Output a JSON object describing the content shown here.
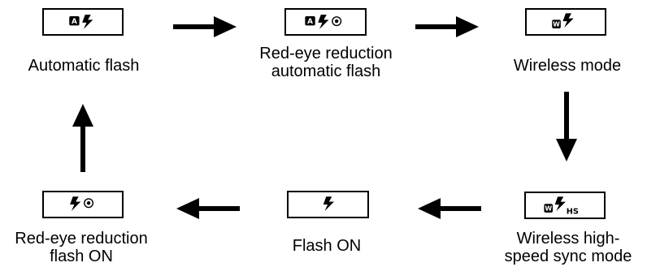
{
  "modes": [
    {
      "id": "automatic_flash",
      "icon_text": "",
      "line1": "Automatic flash",
      "line2": ""
    },
    {
      "id": "red_eye_auto",
      "icon_text": "",
      "line1": "Red-eye reduction",
      "line2": "automatic flash"
    },
    {
      "id": "wireless",
      "icon_text": "",
      "line1": "Wireless mode",
      "line2": ""
    },
    {
      "id": "wireless_hs",
      "icon_text": "HS",
      "line1": "Wireless high-",
      "line2": "speed sync mode"
    },
    {
      "id": "flash_on",
      "icon_text": "",
      "line1": "Flash ON",
      "line2": ""
    },
    {
      "id": "red_eye_on",
      "icon_text": "",
      "line1": "Red-eye reduction",
      "line2": "flash ON"
    }
  ]
}
